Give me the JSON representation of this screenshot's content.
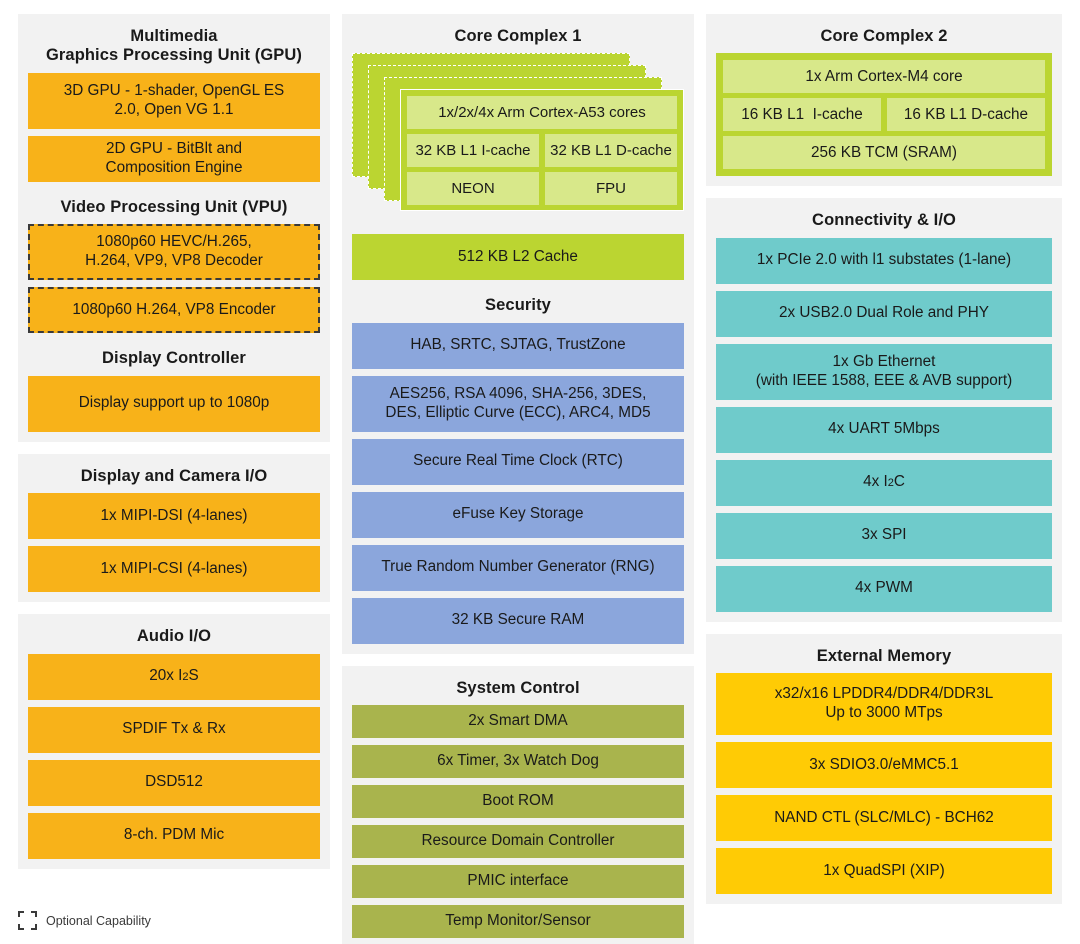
{
  "legend": {
    "label": "Optional Capability",
    "swatch_name": "dashed-square-icon"
  },
  "colors": {
    "orange": "#F8B219",
    "yellow": "#FFCB05",
    "teal": "#6FCBCB",
    "blue": "#8BA6DC",
    "olive": "#A9B44D",
    "lime": "#BBD531",
    "lime_light": "#D8E88A",
    "panel_bg": "#F2F2F2"
  },
  "left_column": {
    "multimedia": {
      "title_line1": "Multimedia",
      "title_line2": "Graphics Processing Unit (GPU)",
      "gpu_blocks": [
        "3D GPU - 1-shader, OpenGL ES\n2.0, Open VG 1.1",
        "2D GPU - BitBlt and\nComposition Engine"
      ],
      "vpu_title": "Video Processing Unit (VPU)",
      "vpu_blocks": [
        "1080p60 HEVC/H.265,\nH.264, VP9, VP8 Decoder",
        "1080p60 H.264, VP8 Encoder"
      ],
      "display_controller_title": "Display Controller",
      "display_controller_blocks": [
        "Display support up to 1080p"
      ]
    },
    "display_camera_io": {
      "title": "Display and Camera I/O",
      "blocks": [
        "1x MIPI-DSI (4-lanes)",
        "1x MIPI-CSI (4-lanes)"
      ]
    },
    "audio_io": {
      "title": "Audio I/O",
      "blocks": [
        "20x I²S",
        "SPDIF Tx & Rx",
        "DSD512",
        "8-ch. PDM Mic"
      ]
    }
  },
  "middle_column": {
    "core_complex_1": {
      "title": "Core Complex 1",
      "core_card": {
        "cores": "1x/2x/4x Arm Cortex-A53 cores",
        "l1_icache": "32 KB L1 I-cache",
        "l1_dcache": "32 KB L1 D-cache",
        "neon": "NEON",
        "fpu": "FPU"
      },
      "l2_cache": "512 KB L2 Cache"
    },
    "security": {
      "title": "Security",
      "blocks": [
        "HAB, SRTC, SJTAG, TrustZone",
        "AES256, RSA 4096, SHA-256, 3DES,\nDES, Elliptic Curve (ECC), ARC4, MD5",
        "Secure Real Time Clock (RTC)",
        "eFuse Key Storage",
        "True Random Number Generator (RNG)",
        "32 KB Secure RAM"
      ]
    },
    "system_control": {
      "title": "System Control",
      "blocks": [
        "2x Smart DMA",
        "6x Timer, 3x Watch Dog",
        "Boot ROM",
        "Resource Domain Controller",
        "PMIC interface",
        "Temp Monitor/Sensor"
      ]
    }
  },
  "right_column": {
    "core_complex_2": {
      "title": "Core Complex 2",
      "core": "1x Arm Cortex-M4 core",
      "l1_icache": "16 KB L1  I-cache",
      "l1_dcache": "16 KB L1 D-cache",
      "tcm": "256 KB TCM (SRAM)"
    },
    "connectivity": {
      "title": "Connectivity & I/O",
      "blocks": [
        "1x PCIe 2.0 with l1 substates (1-lane)",
        "2x USB2.0 Dual Role and PHY",
        "1x Gb Ethernet\n(with IEEE 1588, EEE & AVB support)",
        "4x UART 5Mbps",
        "4x I²C",
        "3x SPI",
        "4x PWM"
      ]
    },
    "external_memory": {
      "title": "External Memory",
      "blocks": [
        "x32/x16 LPDDR4/DDR4/DDR3L\nUp to 3000 MTps",
        "3x SDIO3.0/eMMC5.1",
        "NAND CTL (SLC/MLC) - BCH62",
        "1x QuadSPI (XIP)"
      ]
    }
  }
}
